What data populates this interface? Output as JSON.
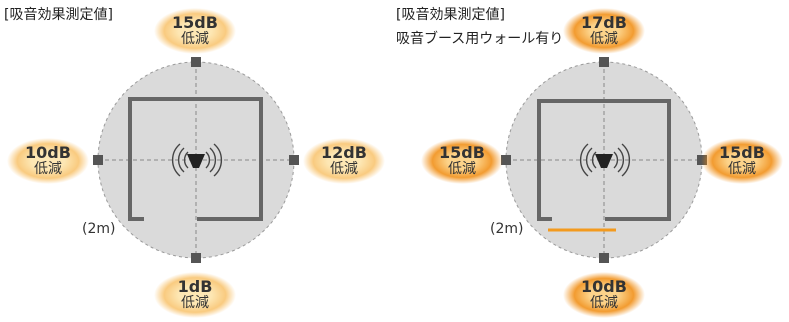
{
  "panels": [
    {
      "title": "[吸音効果測定値]",
      "subtitle": "",
      "distance": "(2m)",
      "has_absorber": false,
      "readings": {
        "top": {
          "value": "15dB",
          "unit": "低減",
          "intensity": "light"
        },
        "left": {
          "value": "10dB",
          "unit": "低減",
          "intensity": "light"
        },
        "right": {
          "value": "12dB",
          "unit": "低減",
          "intensity": "light"
        },
        "bottom": {
          "value": "1dB",
          "unit": "低減",
          "intensity": "light"
        }
      }
    },
    {
      "title": "[吸音効果測定値]",
      "subtitle": "吸音ブース用ウォール有り",
      "distance": "(2m)",
      "has_absorber": true,
      "readings": {
        "top": {
          "value": "17dB",
          "unit": "低減",
          "intensity": "strong"
        },
        "left": {
          "value": "15dB",
          "unit": "低減",
          "intensity": "strong"
        },
        "right": {
          "value": "15dB",
          "unit": "低減",
          "intensity": "strong"
        },
        "bottom": {
          "value": "10dB",
          "unit": "低減",
          "intensity": "strong"
        }
      }
    }
  ],
  "colors": {
    "badge_light_center": "#fde7b4",
    "badge_light_edge": "#f7b955",
    "badge_strong_center": "#fcd38a",
    "badge_strong_edge": "#f08a0c",
    "circle_fill": "#dadada",
    "wall": "#666666",
    "absorber": "#f39a1e",
    "marker": "#555555"
  }
}
